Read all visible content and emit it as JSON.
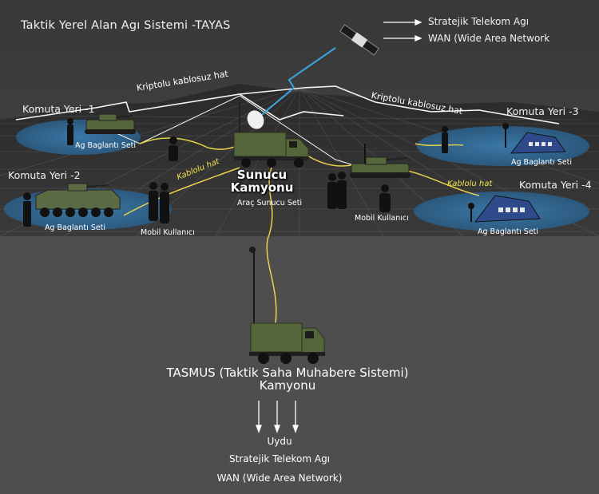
{
  "title": "Taktik Yerel Alan Agı Sistemi -TAYAS",
  "legend": {
    "item1": "Stratejik Telekom Agı",
    "item2": "WAN (Wide Area Network"
  },
  "links": {
    "kriptolu_left": "Kriptolu kablosuz hat",
    "kriptolu_right": "Kriptolu kablosuz hat",
    "kablolu_left": "Kablolu hat",
    "kablolu_right": "Kablolu hat"
  },
  "sites": {
    "k1": {
      "name": "Komuta Yeri -1",
      "set": "Ag Baglantı Seti"
    },
    "k2": {
      "name": "Komuta Yeri -2",
      "set": "Ag Baglantı Seti"
    },
    "k3": {
      "name": "Komuta Yeri -3",
      "set": "Ag Baglantı Seti"
    },
    "k4": {
      "name": "Komuta Yeri -4",
      "set": "Ag Baglantı Seti"
    }
  },
  "mobile_left": "Mobil Kullanıcı",
  "mobile_right": "Mobil Kullanıcı",
  "server": {
    "line1": "Sunucu",
    "line2": "Kamyonu",
    "caption": "Araç Sunucu Seti"
  },
  "tasmus": {
    "line1": "TASMUS (Taktik Saha Muhabere Sistemi)",
    "line2": "Kamyonu"
  },
  "bottom": {
    "line1": "Uydu",
    "line2": "Stratejik Telekom Agı",
    "line3": "WAN (Wide Area Network)"
  },
  "colors": {
    "background": "#4e4e4e",
    "terrain": "#2f2f2f",
    "ellipse": "#2f6d9e",
    "wire": "#e8d44a",
    "radio": "#3aa6e0",
    "vehicle": "#55663a"
  }
}
